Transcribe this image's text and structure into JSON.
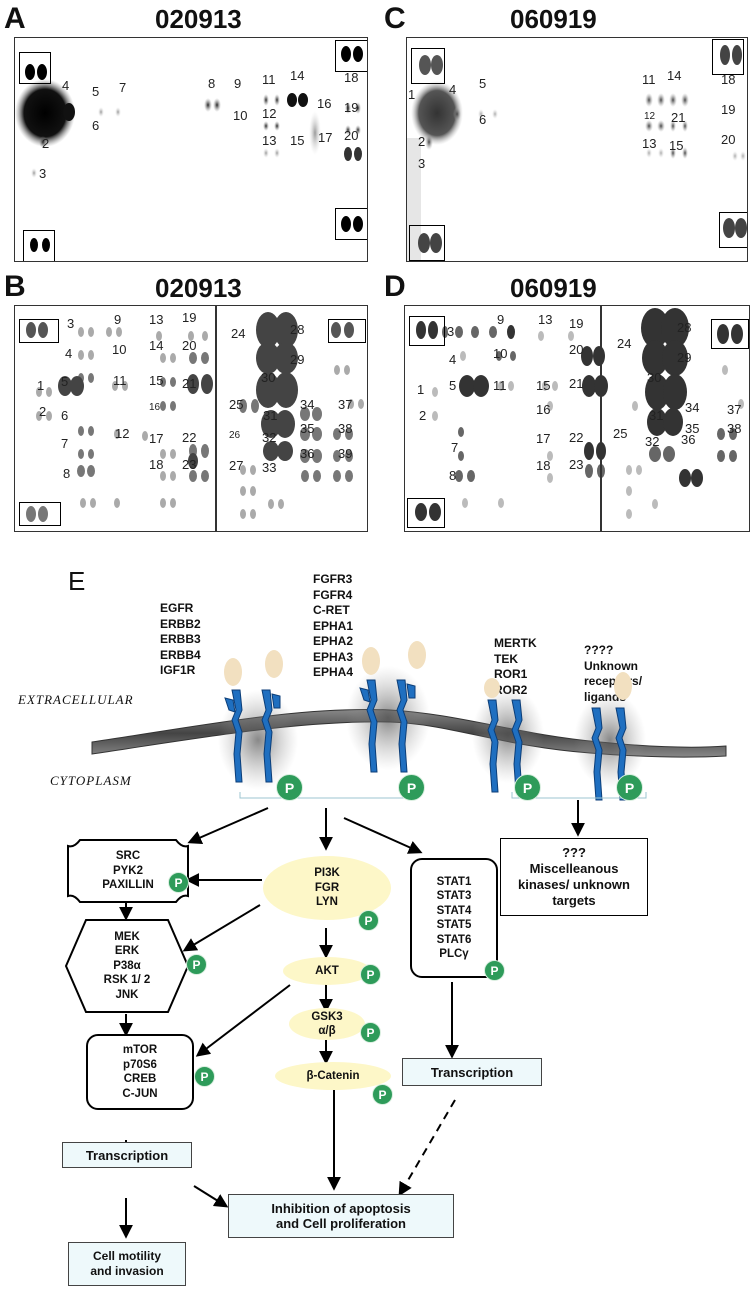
{
  "panels": {
    "A": {
      "letter": "A",
      "title": "020913",
      "labels": [
        "4",
        "5",
        "6",
        "7",
        "2",
        "3",
        "8",
        "9",
        "10",
        "11",
        "14",
        "12",
        "16",
        "13",
        "15",
        "17",
        "18",
        "19",
        "20"
      ]
    },
    "C": {
      "letter": "C",
      "title": "060919",
      "labels": [
        "1",
        "4",
        "5",
        "6",
        "2",
        "3",
        "11",
        "14",
        "12",
        "21",
        "13",
        "15",
        "18",
        "19",
        "20"
      ]
    },
    "B": {
      "letter": "B",
      "title": "020913",
      "labels": [
        "3",
        "9",
        "13",
        "19",
        "4",
        "10",
        "14",
        "20",
        "1",
        "5",
        "11",
        "15",
        "21",
        "2",
        "6",
        "16",
        "12",
        "17",
        "22",
        "7",
        "18",
        "23",
        "8",
        "24",
        "28",
        "29",
        "30",
        "25",
        "31",
        "34",
        "37",
        "35",
        "38",
        "26",
        "32",
        "36",
        "39",
        "27",
        "33"
      ]
    },
    "D": {
      "letter": "D",
      "title": "060919",
      "labels": [
        "3",
        "9",
        "13",
        "19",
        "4",
        "10",
        "20",
        "1",
        "5",
        "11",
        "15",
        "21",
        "2",
        "16",
        "17",
        "22",
        "7",
        "18",
        "23",
        "8",
        "28",
        "24",
        "29",
        "30",
        "34",
        "37",
        "25",
        "31",
        "35",
        "38",
        "32",
        "36"
      ]
    }
  },
  "diagram": {
    "letter": "E",
    "receptor_groups": [
      {
        "names": [
          "EGFR",
          "ERBB2",
          "ERBB3",
          "ERBB4",
          "IGF1R"
        ]
      },
      {
        "names": [
          "FGFR3",
          "FGFR4",
          "C-RET",
          "EPHA1",
          "EPHA2",
          "EPHA3",
          "EPHA4"
        ]
      },
      {
        "names": [
          "MERTK",
          "TEK",
          "ROR1",
          "ROR2"
        ]
      },
      {
        "names": [
          "????",
          "Unknown",
          "receptors/",
          "ligands"
        ]
      }
    ],
    "extracellular": "EXTRACELLULAR",
    "cytoplasm": "CYTOPLASM",
    "p": "P",
    "nodes": {
      "src": [
        "SRC",
        "PYK2",
        "PAXILLIN"
      ],
      "mek": [
        "MEK",
        "ERK",
        "P38α",
        "RSK 1/ 2",
        "JNK"
      ],
      "mtor": [
        "mTOR",
        "p70S6",
        "CREB",
        "C-JUN"
      ],
      "pi3k": [
        "PI3K",
        "FGR",
        "LYN"
      ],
      "akt": "AKT",
      "gsk": [
        "GSK3",
        "α/β"
      ],
      "catenin": "β-Catenin",
      "stat": [
        "STAT1",
        "STAT3",
        "STAT4",
        "STAT5",
        "STAT6",
        "PLCγ"
      ],
      "misc": [
        "???",
        "Miscelleanous",
        "kinases/ unknown",
        "targets"
      ]
    },
    "transcription_left": "Transcription",
    "transcription_right": "Transcription",
    "motility": [
      "Cell motility",
      "and invasion"
    ],
    "inhibition": [
      "Inhibition of apoptosis",
      "and Cell proliferation"
    ]
  },
  "colors": {
    "receptor": "#1f6fc0",
    "badge": "#2e9b5a",
    "ellipse": "#fdf7c8",
    "textbox": "#eef9fb"
  }
}
